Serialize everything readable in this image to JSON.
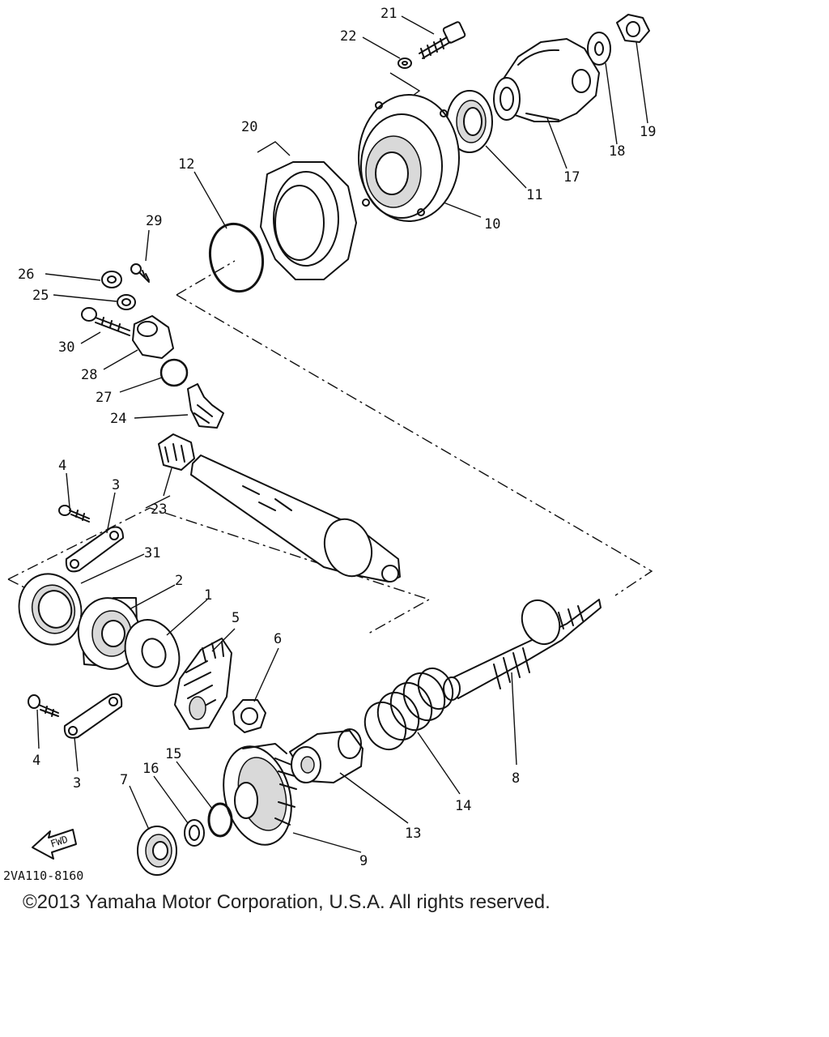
{
  "diagram": {
    "diagram_code": "2VA110-8160",
    "fwd_label": "FWD",
    "callouts": {
      "p1": "1",
      "p2": "2",
      "p3a": "3",
      "p3b": "3",
      "p4a": "4",
      "p4b": "4",
      "p5": "5",
      "p6": "6",
      "p7": "7",
      "p8": "8",
      "p9": "9",
      "p10": "10",
      "p11": "11",
      "p12": "12",
      "p13": "13",
      "p14": "14",
      "p15": "15",
      "p16": "16",
      "p17": "17",
      "p18": "18",
      "p19": "19",
      "p20": "20",
      "p21": "21",
      "p22": "22",
      "p23": "23",
      "p24": "24",
      "p25": "25",
      "p26": "26",
      "p27": "27",
      "p28": "28",
      "p29": "29",
      "p30": "30",
      "p31": "31"
    }
  },
  "footer": {
    "copyright": "©2013 Yamaha Motor Corporation, U.S.A. All rights reserved."
  }
}
